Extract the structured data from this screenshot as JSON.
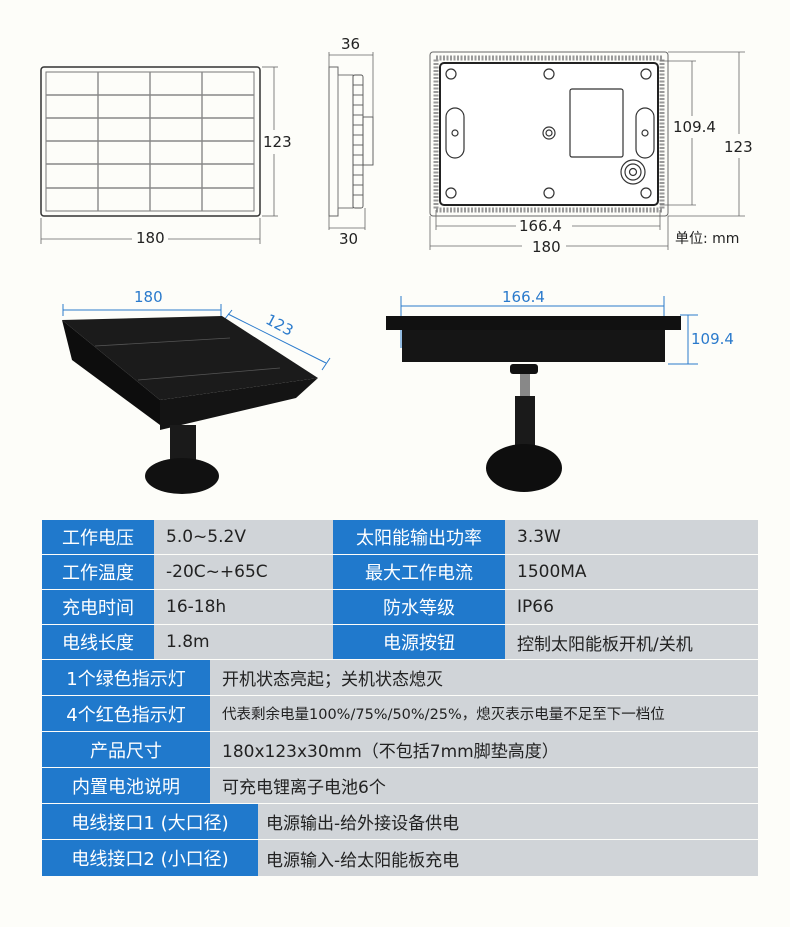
{
  "drawings": {
    "front_view": {
      "width_label": "180",
      "height_label": "123"
    },
    "side_view": {
      "top_label": "36",
      "bottom_label": "30"
    },
    "back_view": {
      "inner_width_label": "166.4",
      "outer_width_label": "180",
      "inner_height_label": "109.4",
      "outer_height_label": "123",
      "unit_label": "单位: mm"
    }
  },
  "photos": {
    "angled": {
      "width_label": "180",
      "depth_label": "123"
    },
    "side": {
      "width_label": "166.4",
      "height_label": "109.4"
    }
  },
  "specs": {
    "grid4": [
      {
        "k1": "工作电压",
        "v1": "5.0~5.2V",
        "k2": "太阳能输出功率",
        "v2": "3.3W"
      },
      {
        "k1": "工作温度",
        "v1": "-20C~+65C",
        "k2": "最大工作电流",
        "v2": "1500MA"
      },
      {
        "k1": "充电时间",
        "v1": "16-18h",
        "k2": "防水等级",
        "v2": "IP66"
      },
      {
        "k1": "电线长度",
        "v1": "1.8m",
        "k2": "电源按钮",
        "v2": "控制太阳能板开机/关机"
      }
    ],
    "grid2a": [
      {
        "k": "1个绿色指示灯",
        "v": "开机状态亮起；关机状态熄灭"
      },
      {
        "k": "4个红色指示灯",
        "v": "代表剩余电量100%/75%/50%/25%，熄灭表示电量不足至下一档位"
      },
      {
        "k": "产品尺寸",
        "v": "180x123x30mm（不包括7mm脚垫高度）"
      },
      {
        "k": "内置电池说明",
        "v": "可充电锂离子电池6个"
      }
    ],
    "grid2b": [
      {
        "k": "电线接口1 (大口径)",
        "v": "电源输出-给外接设备供电"
      },
      {
        "k": "电线接口2 (小口径)",
        "v": "电源输入-给太阳能板充电"
      }
    ]
  },
  "colors": {
    "header_blue": "#2079cc",
    "value_gray": "#d0d4d8",
    "dimension_blue": "#2a7acc"
  }
}
